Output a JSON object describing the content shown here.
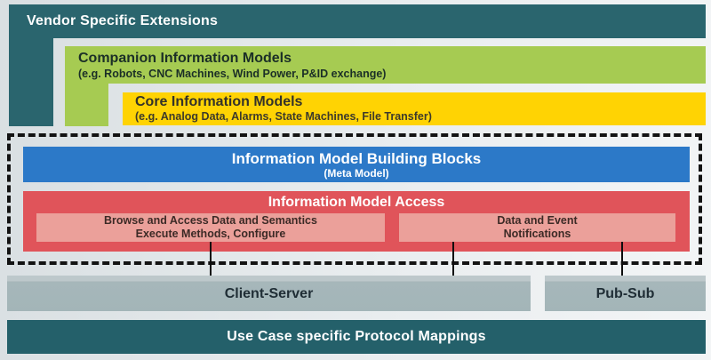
{
  "diagram": {
    "vendor_extensions": {
      "title": "Vendor Specific Extensions"
    },
    "companion_models": {
      "title": "Companion Information Models",
      "subtitle": "(e.g. Robots, CNC Machines, Wind Power, P&ID exchange)"
    },
    "core_models": {
      "title": "Core Information Models",
      "subtitle": "(e.g. Analog Data, Alarms, State Machines, File Transfer)"
    },
    "building_blocks": {
      "title": "Information Model Building Blocks",
      "subtitle": "(Meta Model)"
    },
    "model_access": {
      "title": "Information Model Access",
      "browse_box": {
        "line1": "Browse and Access Data and Semantics",
        "line2": "Execute Methods, Configure"
      },
      "notifications_box": {
        "line1": "Data and Event",
        "line2": "Notifications"
      }
    },
    "transports": {
      "client_server": "Client-Server",
      "pub_sub": "Pub-Sub"
    },
    "protocol_mappings": {
      "title": "Use Case specific Protocol Mappings"
    }
  },
  "colors": {
    "teal": "#2A656E",
    "teal_dark": "#24606A",
    "companion_green": "#A6CB52",
    "core_yellow": "#FFD303",
    "building_blocks_blue": "#2C79C8",
    "access_red": "#E0545A",
    "access_pink": "#EBA09A",
    "transport_gray": "#A6B7BA",
    "dashed_border": "#131313",
    "background": "#E9EDEF"
  }
}
